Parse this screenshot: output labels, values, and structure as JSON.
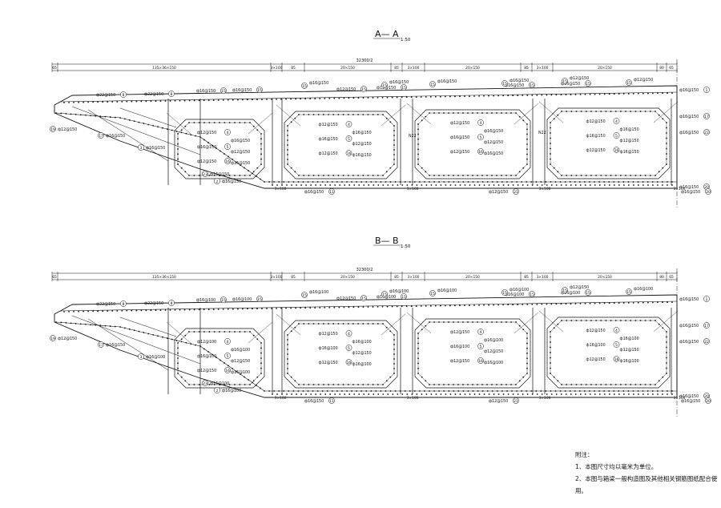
{
  "sections": [
    {
      "title": "A— A",
      "scale": "1:50",
      "dim_top": {
        "total": "32300/2",
        "segments": [
          "65",
          "135×36×150",
          "3×100",
          "85",
          "20×150",
          "85",
          "3×100",
          "85",
          "20×150",
          "85",
          "3×100",
          "85",
          "20×150",
          "80",
          "65"
        ]
      },
      "dim_bottom": [
        "3×100",
        "3×100",
        "3×100",
        "3×100"
      ],
      "top_callouts": [
        {
          "text": "ф22@150",
          "no": "8"
        },
        {
          "text": "ф22@150",
          "no": "8"
        },
        {
          "text": "ф16@150",
          "no": "15"
        },
        {
          "text": "ф16@150",
          "no": "15"
        },
        {
          "text": "ф12@150",
          "no": "15"
        },
        {
          "text": "ф12@150",
          "no": "15"
        },
        {
          "text": "ф16@150",
          "no": "15"
        },
        {
          "text": "ф16@150",
          "no": "15"
        }
      ],
      "cells": [
        [
          "ф12@150",
          "ф16@150",
          "ф12@150",
          "ф16@150",
          "ф12@150",
          "ф16@150"
        ],
        [
          "ф12@150",
          "ф16@150",
          "ф12@150",
          "ф16@150",
          "ф12@150",
          "ф16@150"
        ],
        [
          "ф12@150",
          "ф16@150",
          "ф12@150",
          "ф16@150",
          "ф12@150",
          "ф16@150"
        ],
        [
          "ф12@150",
          "ф16@150",
          "ф12@150",
          "ф16@150",
          "ф12@150",
          "ф16@150"
        ]
      ],
      "left_callouts": [
        "ф12@150",
        "ф16@150",
        "ф16@150",
        "ф16@150",
        "ф16@150"
      ],
      "right_callouts": [
        "ф16@150",
        "ф16@150",
        "ф16@150",
        "ф16@150"
      ],
      "bottom_callouts": [
        "ф16@150",
        "ф12@150",
        "ф16@150"
      ],
      "mid_labels": [
        "N22",
        "N22"
      ]
    },
    {
      "title": "B— B",
      "scale": "1:50",
      "dim_top": {
        "total": "32300/2",
        "segments": [
          "65",
          "135×36×150",
          "3×100",
          "85",
          "20×150",
          "85",
          "3×100",
          "85",
          "20×150",
          "85",
          "3×100",
          "85",
          "20×150",
          "80",
          "65"
        ]
      },
      "dim_bottom": [
        "3×100",
        "3×100",
        "3×100",
        "3×100"
      ],
      "top_callouts": [
        {
          "text": "ф22@150",
          "no": "8"
        },
        {
          "text": "ф22@150",
          "no": "8"
        },
        {
          "text": "ф16@100",
          "no": "15"
        },
        {
          "text": "ф16@100",
          "no": "15"
        },
        {
          "text": "ф12@150",
          "no": "15"
        },
        {
          "text": "ф16@100",
          "no": "15"
        },
        {
          "text": "ф16@100",
          "no": "15"
        },
        {
          "text": "ф16@100",
          "no": "15"
        }
      ],
      "cells": [
        [
          "ф12@100",
          "ф16@100",
          "ф12@150",
          "ф16@100",
          "ф12@150",
          "ф16@100"
        ],
        [
          "ф12@150",
          "ф16@100",
          "ф12@150",
          "ф16@100",
          "ф12@150",
          "ф16@100"
        ],
        [
          "ф12@150",
          "ф16@100",
          "ф12@150",
          "ф16@100",
          "ф12@150",
          "ф16@100"
        ],
        [
          "ф12@150",
          "ф16@100",
          "ф12@150",
          "ф16@100",
          "ф12@150",
          "ф16@100"
        ]
      ],
      "left_callouts": [
        "ф12@150",
        "ф16@150",
        "ф16@100",
        "ф16@100",
        "ф16@100"
      ],
      "right_callouts": [
        "ф16@150",
        "ф16@150",
        "ф16@150",
        "ф16@150"
      ],
      "bottom_callouts": [
        "ф16@150",
        "ф12@150",
        "ф16@150"
      ],
      "mid_labels": []
    }
  ],
  "notes": {
    "heading": "附注：",
    "items": [
      "1、本图尺寸均以毫米为单位。",
      "2、本图与箱梁一般构造图及其他相关钢筋图纸配合使用。"
    ]
  }
}
